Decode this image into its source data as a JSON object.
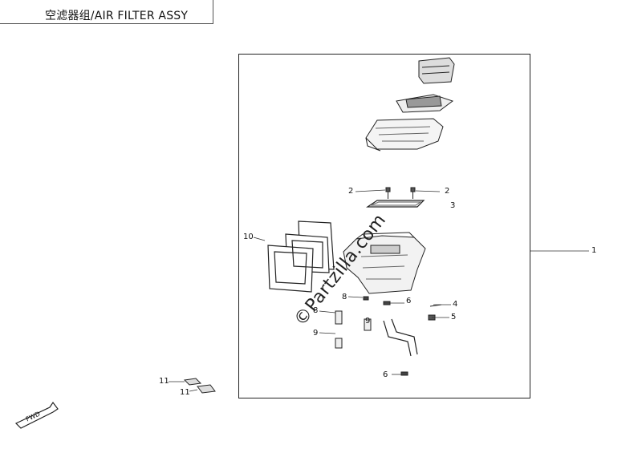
{
  "header": {
    "title": "空滤器组/AIR FILTER  ASSY"
  },
  "callouts": [
    {
      "id": "c1",
      "text": "1"
    },
    {
      "id": "c2a",
      "text": "2"
    },
    {
      "id": "c2b",
      "text": "2"
    },
    {
      "id": "c3",
      "text": "3"
    },
    {
      "id": "c4",
      "text": "4"
    },
    {
      "id": "c5",
      "text": "5"
    },
    {
      "id": "c6a",
      "text": "6"
    },
    {
      "id": "c6b",
      "text": "6"
    },
    {
      "id": "c8a",
      "text": "8"
    },
    {
      "id": "c8b",
      "text": "8"
    },
    {
      "id": "c9a",
      "text": "9"
    },
    {
      "id": "c9b",
      "text": "9"
    },
    {
      "id": "c10",
      "text": "10"
    },
    {
      "id": "c11a",
      "text": "11"
    },
    {
      "id": "c11b",
      "text": "11"
    }
  ],
  "fwd_label": "FWD",
  "watermark": "©Partzilla.com"
}
